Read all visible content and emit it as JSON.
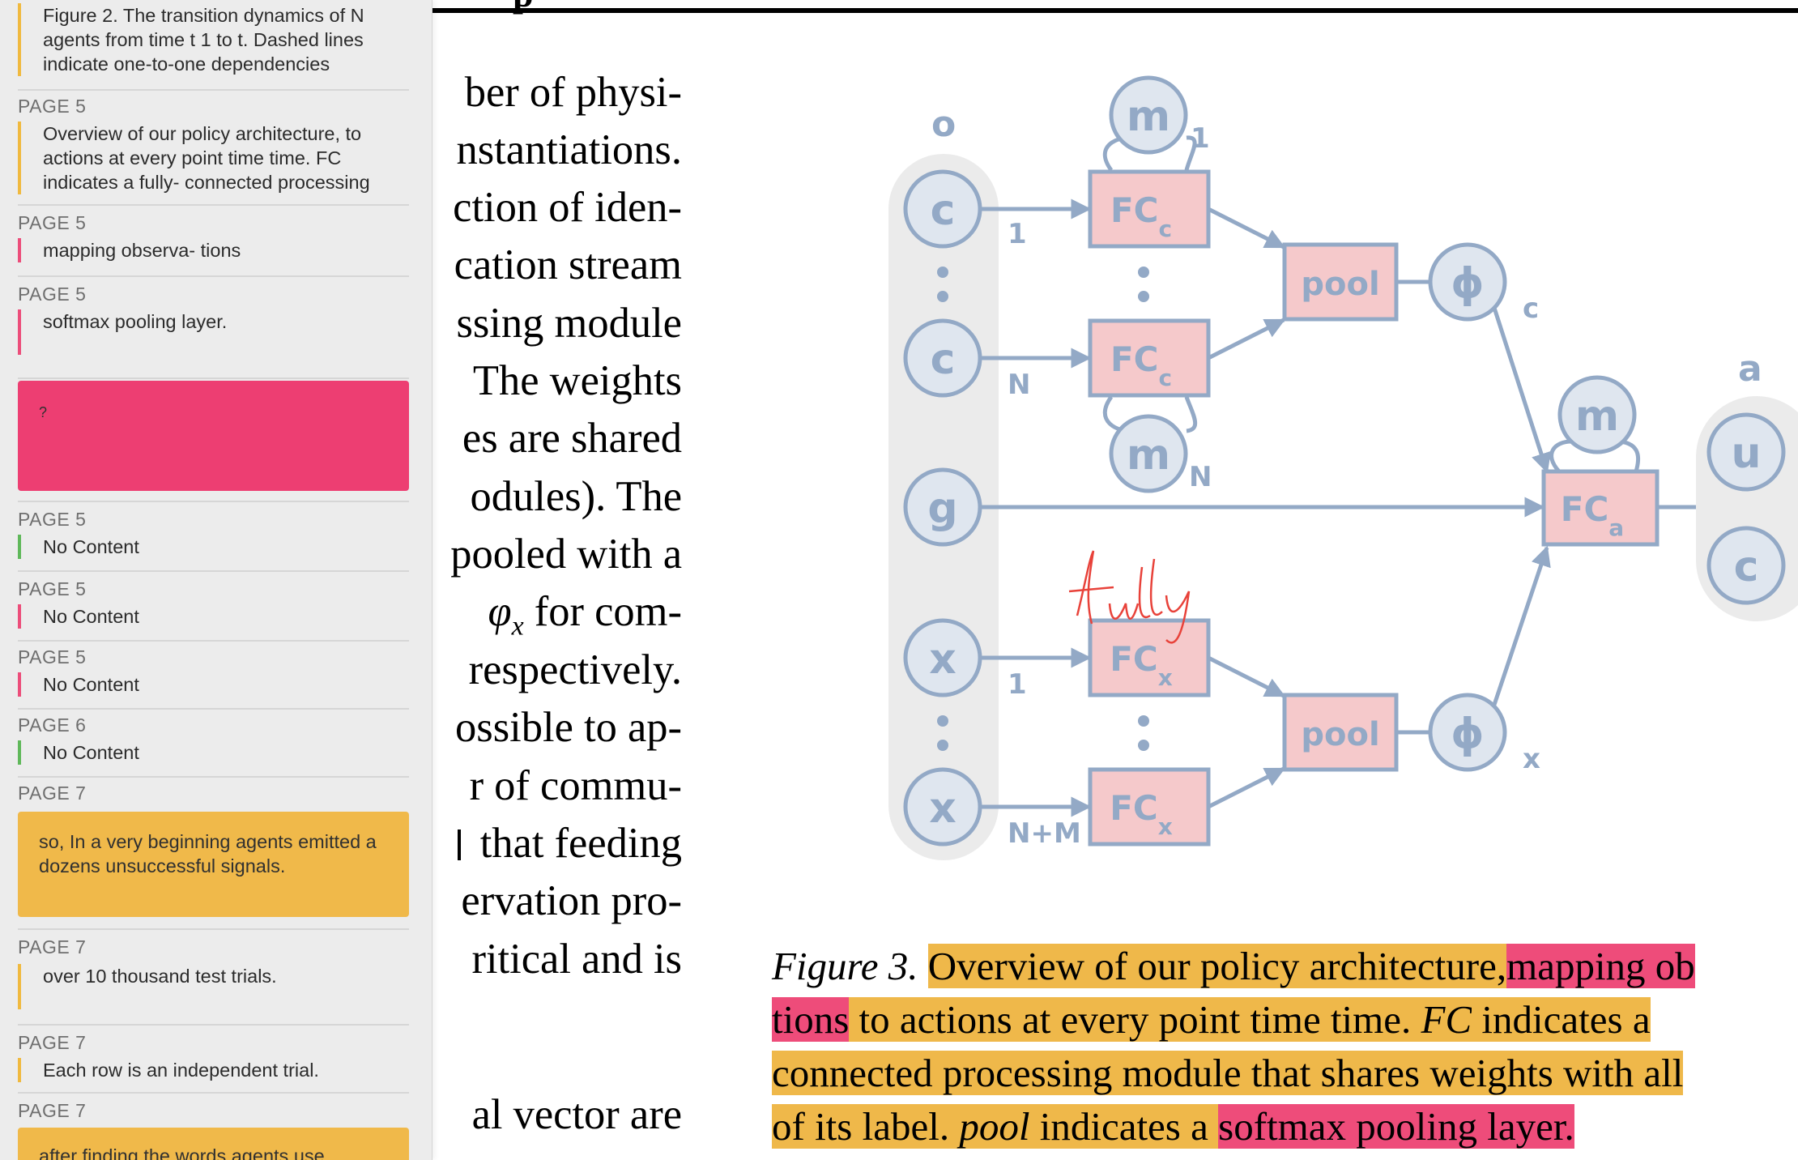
{
  "sidebar": {
    "cards": [
      {
        "page": "",
        "text": "Figure 2. The transition dynamics of N agents from time t 1 to t. Dashed lines indicate one-to-one dependencies",
        "color": "#f0b93f"
      },
      {
        "page": "PAGE 5",
        "text": "Overview of our policy architecture,  to actions at every point time time. FC indicates a fully- connected processing",
        "color": "#f0b93f"
      },
      {
        "page": "PAGE 5",
        "text": "mapping observa- tions",
        "color": "#ec4d7a"
      },
      {
        "page": "PAGE 5",
        "text": "softmax pooling layer.",
        "color": "#ec4d7a"
      },
      {
        "page": "PAGE 5",
        "text": "No Content",
        "color": "#5fb85a"
      },
      {
        "page": "PAGE 5",
        "text": "No Content",
        "color": "#ec4d7a"
      },
      {
        "page": "PAGE 5",
        "text": "No Content",
        "color": "#ec4d7a"
      },
      {
        "page": "PAGE 6",
        "text": "No Content",
        "color": "#5fb85a"
      },
      {
        "page": "PAGE 7",
        "text": "over 10 thousand test trials.",
        "color": "#f0b93f"
      },
      {
        "page": "PAGE 7",
        "text": "Each row is an independent trial.",
        "color": "#f0b93f"
      }
    ],
    "blocks": [
      {
        "text": "?",
        "color": "#ed3e72"
      },
      {
        "page": "PAGE 7",
        "text": "so, In a very beginning agents emitted a dozens unsuccessful signals.",
        "color": "#f0b94a"
      },
      {
        "page": "PAGE 7",
        "text": "after finding the words agents use",
        "color": "#f0b94a"
      }
    ]
  },
  "document": {
    "heading_fragment": "p",
    "body_lines": [
      "ber of physi-",
      "nstantiations.",
      "ction of iden-",
      "cation stream",
      "ssing module",
      "The weights",
      "es are shared",
      "odules).  The",
      "pooled with a",
      "for com-",
      "respectively.",
      "ossible to ap-",
      "r of commu-",
      "that feeding",
      "ervation pro-",
      "ritical and is",
      "al vector are"
    ],
    "phi_symbol": "φ",
    "phi_subscript": "x",
    "caption": {
      "label": "Figure 3.",
      "seg1": "Overview of our policy architecture,",
      "seg2": "mapping ob",
      "seg3": "tions",
      "seg4": "to actions at every point time time.",
      "seg5_italic": "FC",
      "seg6": "indicates a",
      "line3": "connected processing module that shares weights with all",
      "line4a": "of its label.",
      "line4b_italic": "pool",
      "line4c": "indicates a",
      "line4d": "softmax pooling layer."
    }
  },
  "figure": {
    "o": "o",
    "c": "c",
    "g": "g",
    "x": "x",
    "m": "m",
    "u": "u",
    "a": "a",
    "fc": "FC",
    "sub_c": "c",
    "sub_x": "x",
    "sub_a": "a",
    "pool": "pool",
    "phi": "ϕ",
    "n1": "1",
    "nN": "N",
    "nNM": "N+M",
    "handwriting": "fully",
    "colors": {
      "node": "#93a9c6",
      "box": "#f5c9cb",
      "pill": "#ebebeb",
      "ink": "#e8423a"
    }
  }
}
